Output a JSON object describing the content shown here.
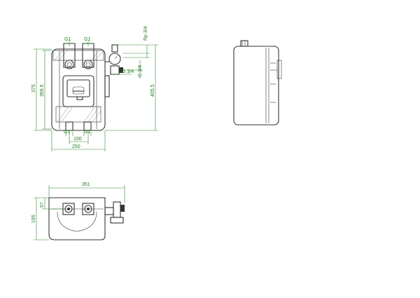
{
  "front_view": {
    "top_g1_left": "G1",
    "top_g1_right": "G1",
    "rp": "Rp 3/4",
    "g_side_1": "G 3/4",
    "g_side_2": "G 3/4",
    "height_outer": "375",
    "height_inner": "359.5",
    "height_total": "405.5",
    "bottom_g1_left": "G1",
    "bottom_g1_right": "G1",
    "width_spacing": "100",
    "width_total": "250"
  },
  "top_view": {
    "width": "351",
    "depth": "195",
    "offset": "57"
  },
  "colors": {
    "dimension": "#2e8b2e",
    "outline": "#333333"
  }
}
